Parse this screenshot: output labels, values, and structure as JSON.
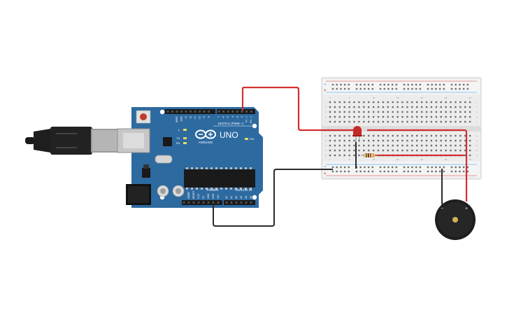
{
  "board": {
    "logo_text": "UNO",
    "brand": "ARDUINO",
    "digital_header": "DIGITAL (PWM ~)",
    "power_header": "POWER",
    "analog_header": "ANALOG IN",
    "on_label": "ON",
    "led_l": "L",
    "led_tx": "TX",
    "led_rx": "RX",
    "top_pins": [
      "AREF",
      "GND",
      "13",
      "12",
      "~11",
      "~10",
      "~9",
      "8",
      "7",
      "~6",
      "~5",
      "4",
      "~3",
      "2",
      "TX→1",
      "RX←0"
    ],
    "power_pins": [
      "IOREF",
      "RESET",
      "3.3V",
      "5V",
      "GND",
      "GND",
      "VIN"
    ],
    "analog_pins": [
      "A0",
      "A1",
      "A2",
      "A3",
      "A4",
      "A5"
    ]
  },
  "breadboard": {
    "plus": "+",
    "minus": "−",
    "row_letters_top": [
      "j",
      "i",
      "h",
      "g",
      "f"
    ],
    "row_letters_bottom": [
      "e",
      "d",
      "c",
      "b",
      "a"
    ],
    "columns": [
      "1",
      "5",
      "10",
      "15",
      "20",
      "25",
      "30"
    ]
  },
  "buzzer": {
    "minus": "−",
    "plus": "+"
  },
  "colors": {
    "board": "#2d6aa0",
    "wire_red": "#d32f2f",
    "wire_black": "#2b2b2b",
    "breadboard": "#ececec",
    "led": "#c62828"
  }
}
